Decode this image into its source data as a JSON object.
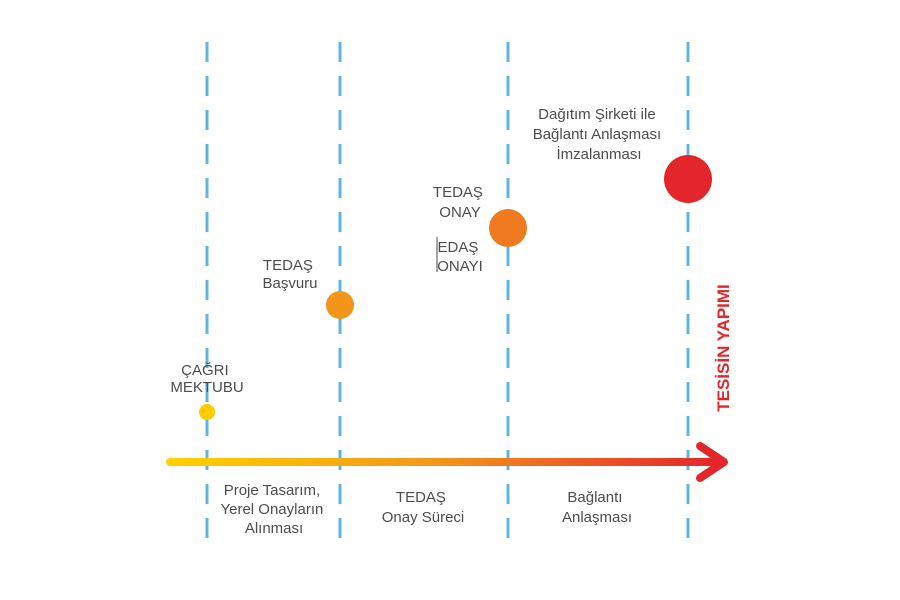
{
  "colors": {
    "dashed_line": "#5fb4e3",
    "text": "#4d4d4d",
    "arrow_start": "#ffd100",
    "arrow_mid": "#f39519",
    "arrow_end": "#e3262b",
    "vertical_label": "#e3262b"
  },
  "milestones": [
    {
      "id": "cagri",
      "lines": [
        "ÇAĞRI",
        "MEKTUBU"
      ],
      "color": "#ffcc00"
    },
    {
      "id": "tedas_basvuru",
      "lines": [
        "TEDAŞ",
        "Başvuru"
      ],
      "color": "#f39519"
    },
    {
      "id": "tedas_onay",
      "lines": [
        "TEDAŞ",
        "ONAY"
      ],
      "lines_alt": [
        "EDAŞ",
        "ONAYI"
      ],
      "color": "#f07a1f"
    },
    {
      "id": "baglanti",
      "lines": [
        "Dağıtım Şirketi ile",
        "Bağlantı Anlaşması",
        "İmzalanması"
      ],
      "color": "#e3262b"
    }
  ],
  "phases": [
    {
      "lines": [
        "Proje Tasarım,",
        "Yerel Onayların",
        "Alınması"
      ]
    },
    {
      "lines": [
        "TEDAŞ",
        "Onay Süreci"
      ]
    },
    {
      "lines": [
        "Bağlantı",
        "Anlaşması"
      ]
    }
  ],
  "vertical_label": "TESİSİN YAPIMI"
}
